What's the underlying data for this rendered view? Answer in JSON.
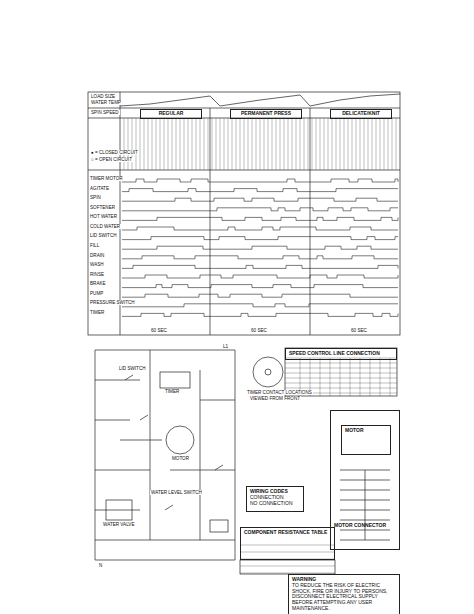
{
  "diagram": {
    "nodes": [
      {
        "text": [
          "REGULAR"
        ]
      },
      {
        "text": [
          "PERMANENT PRESS"
        ]
      },
      {
        "text": [
          "DELICATE/KNIT"
        ]
      },
      {
        "text": [
          "SPEED CONTROL LINE CONNECTION"
        ]
      },
      {
        "text": [
          "WIRING CODES",
          "CONNECTION",
          "NO CONNECTION"
        ]
      },
      {
        "text": [
          "COMPONENT RESISTANCE TABLE"
        ]
      },
      {
        "text": [
          "MOTOR CONNECTOR"
        ]
      },
      {
        "text": [
          "MOTOR"
        ],
        "in": 6
      },
      {
        "text": [
          "WARNING",
          "TO REDUCE THE RISK OF ELECTRIC SHOCK, FIRE OR INJURY TO PERSONS, DISCONNECT ELECTRICAL SUPPLY BEFORE ATTEMPTING ANY USER MAINTENANCE."
        ]
      }
    ],
    "labels": [
      "LOAD SIZE",
      "WATER TEMP",
      "SPIN SPEED",
      "● = CLOSED CIRCUIT",
      "○ = OPEN CIRCUIT",
      "TIMER MOTOR",
      "AGITATE",
      "SPIN",
      "SOFTENER",
      "HOT WATER",
      "COLD WATER",
      "LID SWITCH",
      "FILL",
      "DRAIN",
      "WASH",
      "RINSE",
      "BRAKE",
      "PUMP",
      "PRESSURE SWITCH",
      "TIMER",
      "60 SEC",
      "60 SEC",
      "60 SEC",
      "TIMER CONTACT LOCATIONS",
      "VIEWED FROM FRONT",
      "MOTOR",
      "TIMER",
      "LID SWITCH",
      "WATER LEVEL SWITCH",
      "WATER VALVE",
      "N",
      "L1"
    ]
  }
}
